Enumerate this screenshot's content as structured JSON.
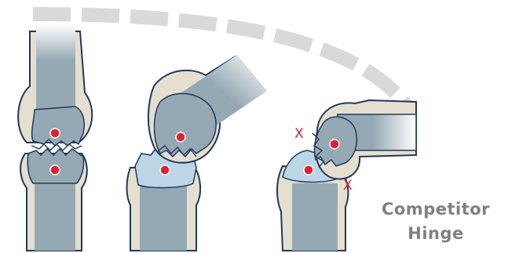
{
  "figure": {
    "label_line1": "Competitor",
    "label_line2": "Hinge",
    "mark_symbol": "X",
    "colors": {
      "bone_shaft": "#95a9b4",
      "bone_outline": "#1f3a5c",
      "cartilage": "#e6dfcf",
      "tibia_cap": "#bcd6e8",
      "pivot_dot": "#e2202f",
      "arc": "#d9d9d9",
      "label": "#808080",
      "mark": "#e21c2a"
    },
    "icons": [
      "knee-joint-straight",
      "knee-joint-bent",
      "hinge-joint-bent-misaligned",
      "motion-arc",
      "pivot-dot",
      "misalignment-x"
    ]
  }
}
